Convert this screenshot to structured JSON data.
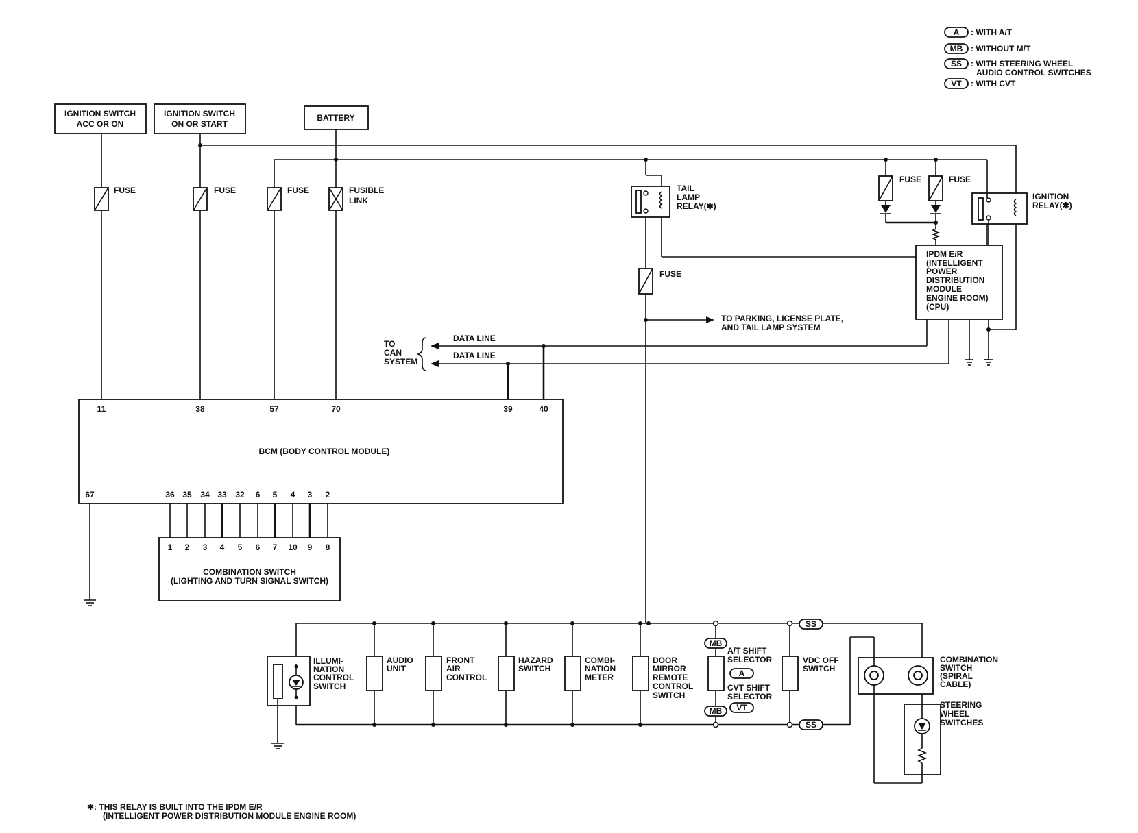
{
  "legend": {
    "a": {
      "code": "A",
      "text": ": WITH A/T"
    },
    "mb": {
      "code": "MB",
      "text": ": WITHOUT M/T"
    },
    "ss": {
      "code": "SS",
      "text1": ": WITH STEERING WHEEL",
      "text2": "AUDIO CONTROL SWITCHES"
    },
    "vt": {
      "code": "VT",
      "text": ": WITH CVT"
    }
  },
  "sources": {
    "ign_acc": {
      "l1": "IGNITION SWITCH",
      "l2": "ACC OR ON"
    },
    "ign_on": {
      "l1": "IGNITION SWITCH",
      "l2": "ON OR START"
    },
    "battery": "BATTERY"
  },
  "fuses": {
    "fuse": "FUSE",
    "fusible_l1": "FUSIBLE",
    "fusible_l2": "LINK"
  },
  "tail_relay": {
    "l1": "TAIL",
    "l2": "LAMP",
    "l3": "RELAY(✱)"
  },
  "ign_relay": {
    "l1": "IGNITION",
    "l2": "RELAY(✱)"
  },
  "ipdm": [
    "IPDM E/R",
    "(INTELLIGENT",
    "POWER",
    "DISTRIBUTION",
    "MODULE",
    "ENGINE ROOM)",
    "(CPU)"
  ],
  "to_parking": {
    "l1": "TO PARKING, LICENSE PLATE,",
    "l2": "AND TAIL LAMP SYSTEM"
  },
  "can": {
    "l1": "TO",
    "l2": "CAN",
    "l3": "SYSTEM",
    "data1": "DATA LINE",
    "data2": "DATA LINE"
  },
  "bcm": {
    "title": "BCM (BODY CONTROL MODULE)",
    "top_pins": [
      "11",
      "38",
      "57",
      "70",
      "39",
      "40"
    ],
    "bottom_pins": [
      "67",
      "36",
      "35",
      "34",
      "33",
      "32",
      "6",
      "5",
      "4",
      "3",
      "2"
    ]
  },
  "combo_switch": {
    "pins": [
      "1",
      "2",
      "3",
      "4",
      "5",
      "6",
      "7",
      "10",
      "9",
      "8"
    ],
    "l1": "COMBINATION SWITCH",
    "l2": "(LIGHTING AND TURN SIGNAL SWITCH)"
  },
  "loads": {
    "illum": [
      "ILLUMI-",
      "NATION",
      "CONTROL",
      "SWITCH"
    ],
    "audio": [
      "AUDIO",
      "UNIT"
    ],
    "front_air": [
      "FRONT",
      "AIR",
      "CONTROL"
    ],
    "hazard": [
      "HAZARD",
      "SWITCH"
    ],
    "meter": [
      "COMBI-",
      "NATION",
      "METER"
    ],
    "door_mirror": [
      "DOOR",
      "MIRROR",
      "REMOTE",
      "CONTROL",
      "SWITCH"
    ],
    "shift": {
      "at1": "A/T SHIFT",
      "at2": "SELECTOR",
      "cvt1": "CVT SHIFT",
      "cvt2": "SELECTOR"
    },
    "vdc": [
      "VDC OFF",
      "SWITCH"
    ],
    "spiral": [
      "COMBINATION",
      "SWITCH",
      "(SPIRAL",
      "CABLE)"
    ],
    "steering": [
      "STEERING",
      "WHEEL",
      "SWITCHES"
    ]
  },
  "footnote": {
    "l1": "✱: THIS RELAY IS BUILT INTO THE IPDM E/R",
    "l2": "(INTELLIGENT POWER DISTRIBUTION MODULE ENGINE ROOM)"
  }
}
